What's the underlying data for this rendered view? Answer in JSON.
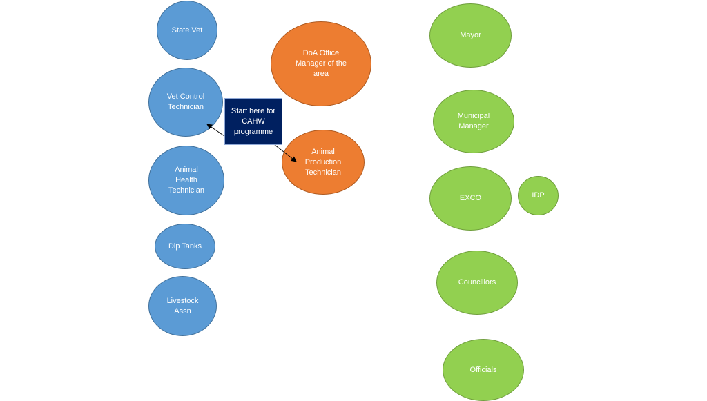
{
  "diagram": {
    "start_box": {
      "label": "Start here for CAHW programme"
    },
    "nodes": {
      "state_vet": "State Vet",
      "vet_control_technician": "Vet Control Technician",
      "animal_health_technician": "Animal Health Technician",
      "dip_tanks": "Dip Tanks",
      "livestock_assn": "Livestock Assn",
      "doa_office_manager": "DoA Office Manager of the area",
      "animal_production_technician": "Animal Production Technician",
      "mayor": "Mayor",
      "municipal_manager": "Municipal Manager",
      "exco": "EXCO",
      "idp": "IDP",
      "councillors": "Councillors",
      "officials": "Officials"
    },
    "colors": {
      "blue": "#5b9bd5",
      "orange": "#ed7d31",
      "green": "#92d050",
      "start_box": "#002060"
    }
  }
}
